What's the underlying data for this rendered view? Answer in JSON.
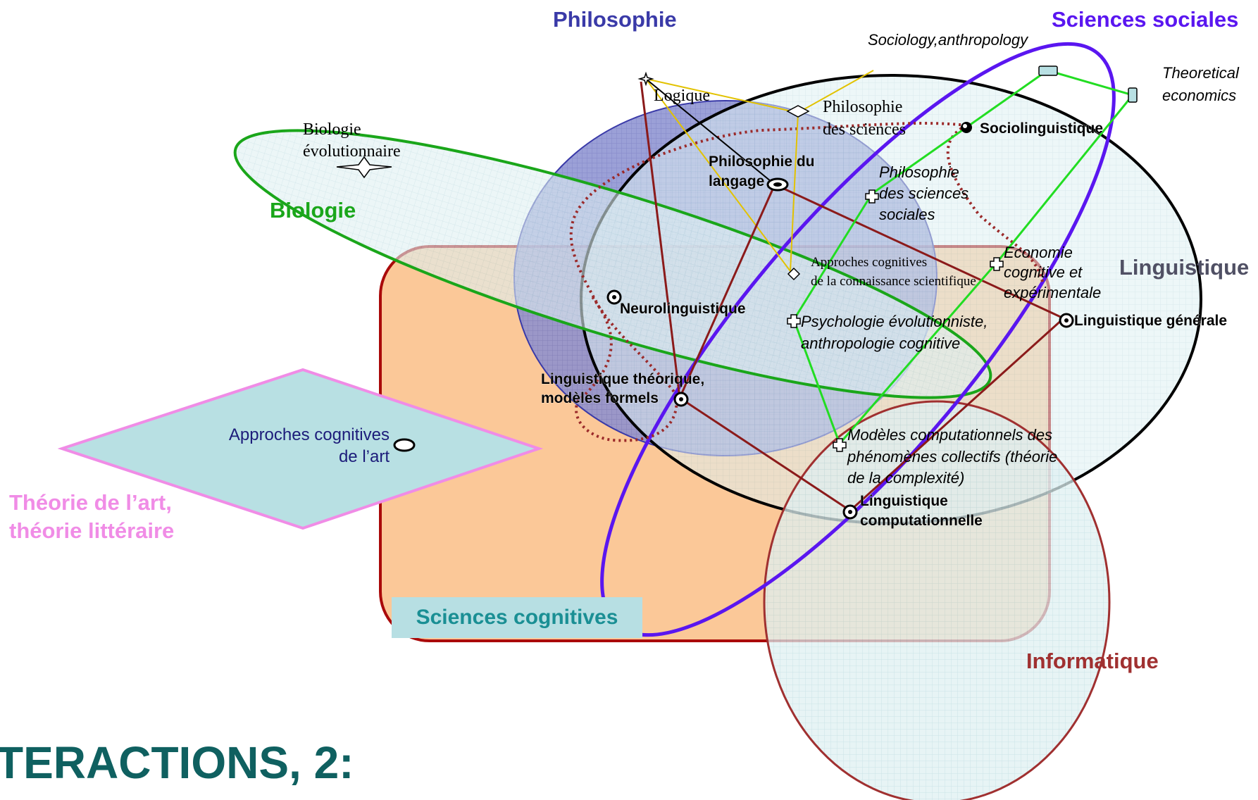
{
  "title": "TERACTIONS, 2:",
  "domains": {
    "philosophie": "Philosophie",
    "sciences_sociales": "Sciences sociales",
    "biologie": "Biologie",
    "linguistique": "Linguistique",
    "theorie_art_1": "Théorie de l’art,",
    "theorie_art_2": "théorie littéraire",
    "sciences_cognitives": "Sciences cognitives",
    "informatique": "Informatique"
  },
  "nodes": {
    "sociology": "Sociology,anthropology",
    "theoretical_economics_1": "Theoretical",
    "theoretical_economics_2": "economics",
    "logique": "Logique",
    "philo_sciences_1": "Philosophie",
    "philo_sciences_2": "des sciences",
    "sociolinguistique": "Sociolinguistique",
    "bio_evol_1": "Biologie",
    "bio_evol_2": "évolutionnaire",
    "philo_langage_1": "Philosophie du",
    "philo_langage_2": "langage",
    "philo_sc_soc_1": "Philosophie",
    "philo_sc_soc_2": "des sciences",
    "philo_sc_soc_3": "sociales",
    "approches_conn_1": "Approches cognitives",
    "approches_conn_2": "de la connaissance scientifique",
    "economie_1": "Economie",
    "economie_2": "cognitive et",
    "economie_3": "expérimentale",
    "neurolinguistique": "Neurolinguistique",
    "psycho_evol_1": "Psychologie évolutionniste,",
    "psycho_evol_2": "anthropologie cognitive",
    "ling_generale": "Linguistique générale",
    "ling_theorique_1": "Linguistique théorique,",
    "ling_theorique_2": "modèles formels",
    "approches_art_1": "Approches cognitives",
    "approches_art_2": "de l’art",
    "modeles_comp_1": "Modèles computationnels des",
    "modeles_comp_2": "phénomènes collectifs (théorie",
    "modeles_comp_3": "de la complexité)",
    "ling_comp_1": "Linguistique",
    "ling_comp_2": "computationnelle"
  },
  "colors": {
    "philosophie": "#3a3aa8",
    "sciences_sociales": "#5a16f0",
    "biologie": "#1aa61a",
    "linguistique": "#505064",
    "theorie_art": "#f08ce6",
    "sciences_cognitives": "#1a8f94",
    "informatique": "#a03030",
    "title": "#0f6060"
  }
}
